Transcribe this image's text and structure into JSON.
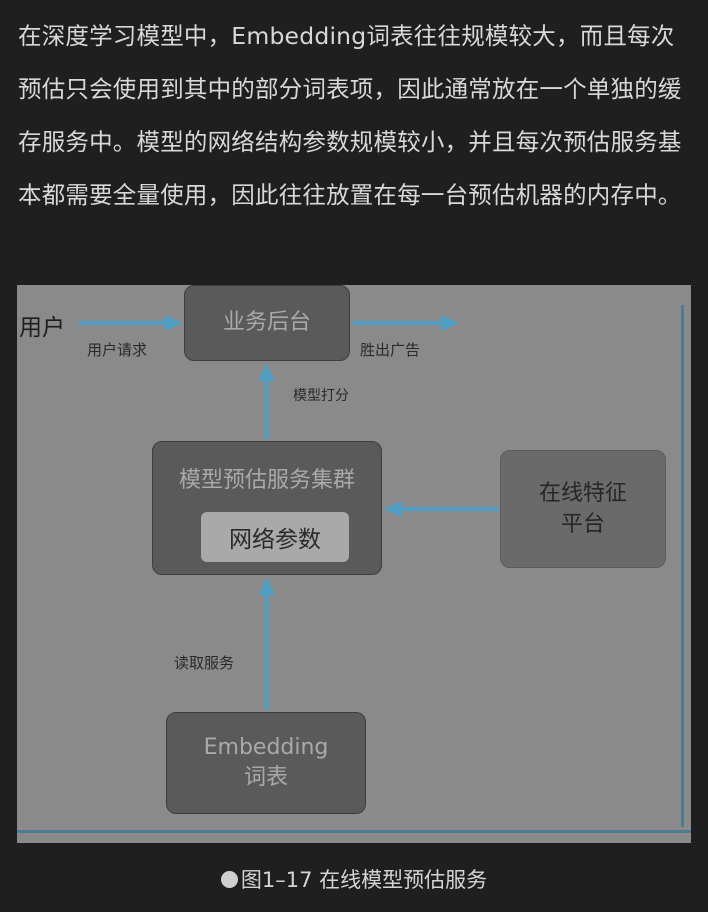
{
  "article": {
    "paragraph": "在深度学习模型中，Embedding词表往往规模较大，而且每次预估只会使用到其中的部分词表项，因此通常放在一个单独的缓存服务中。模型的网络结构参数规模较小，并且每次预估服务基本都需要全量使用，因此往往放置在每一台预估机器的内存中。"
  },
  "diagram": {
    "user": "用户",
    "user_request": "用户请求",
    "backend": "业务后台",
    "win_ad": "胜出广告",
    "model_scoring": "模型打分",
    "cluster": "模型预估服务集群",
    "network_params": "网络参数",
    "feature_platform": "在线特征\n平台",
    "read_service": "读取服务",
    "embedding_table": "Embedding\n词表",
    "colors": {
      "arrow": "#4f9fc4",
      "background": "#8a8a8a",
      "box": "#5a5a5a"
    }
  },
  "caption": {
    "bullet_icon": "filled-circle",
    "text": "图1–17 在线模型预估服务"
  }
}
